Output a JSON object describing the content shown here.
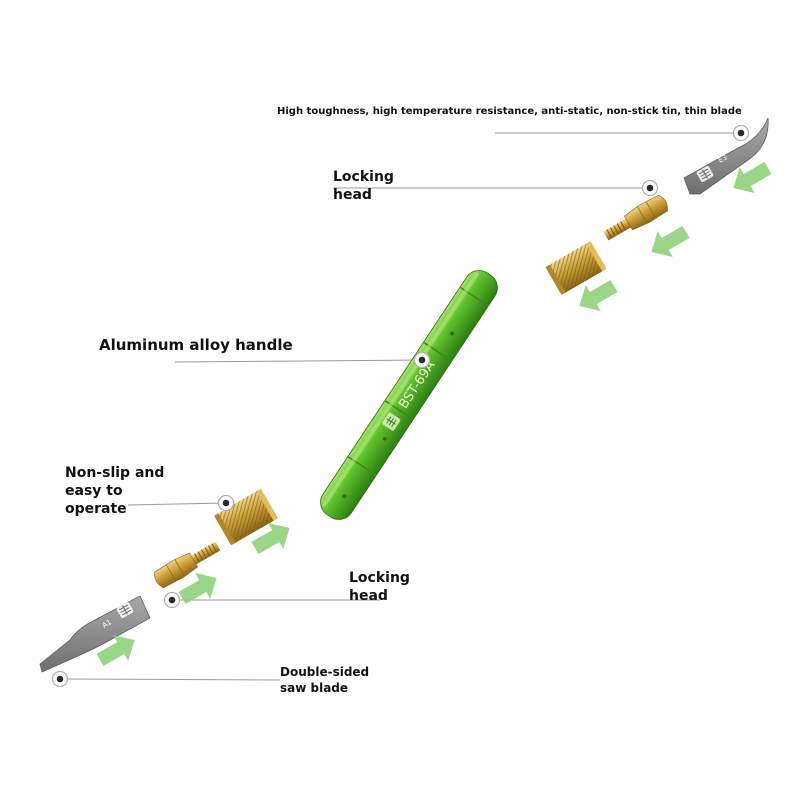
{
  "callouts": {
    "blade_top": "High toughness, high temperature resistance, anti-static, non-stick tin, thin blade",
    "locking_head_top": "Locking head",
    "handle": "Aluminum alloy handle",
    "nut": "Non-slip and easy to operate",
    "locking_head_bottom": "Locking head",
    "saw_blade": "Double-sided saw blade"
  },
  "engravings": {
    "model": "BST-69A",
    "blade_top_code": "E3",
    "blade_bottom_code": "A1"
  },
  "colors": {
    "handle_green": "#54b82a",
    "brass": "#c99a2e",
    "blade_grey": "#8a8a8a",
    "arrow_green": "#8fd27a",
    "leader_line": "#9a9a9a"
  },
  "icons": {
    "callout_marker": "ring-dot-marker",
    "arrow": "direction-arrow",
    "logo": "brand-logo"
  }
}
